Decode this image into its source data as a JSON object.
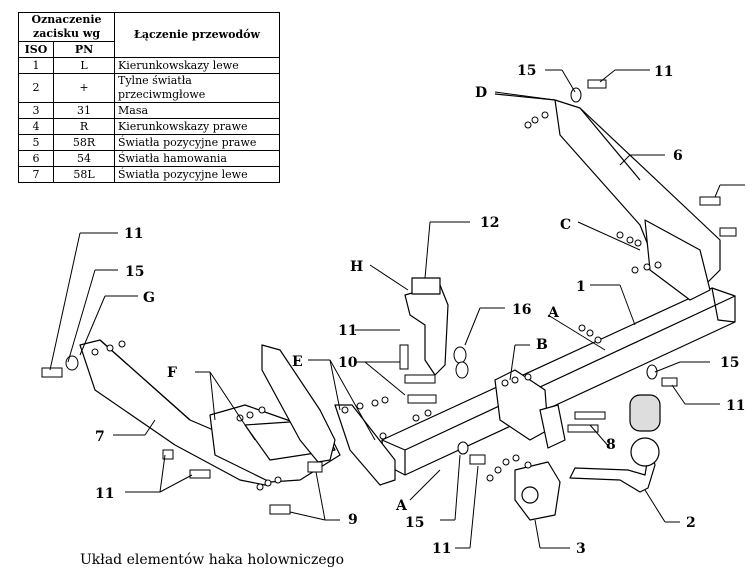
{
  "table": {
    "header_group": "Oznaczenie zacisku wg",
    "header_iso": "ISO",
    "header_pn": "PN",
    "header_desc": "Łączenie przewodów",
    "rows": [
      {
        "iso": "1",
        "pn": "L",
        "desc": "Kierunkowskazy lewe"
      },
      {
        "iso": "2",
        "pn": "+",
        "desc": "Tylne światła przeciwmgłowe"
      },
      {
        "iso": "3",
        "pn": "31",
        "desc": "Masa"
      },
      {
        "iso": "4",
        "pn": "R",
        "desc": "Kierunkowskazy prawe"
      },
      {
        "iso": "5",
        "pn": "58R",
        "desc": "Światła pozycyjne prawe"
      },
      {
        "iso": "6",
        "pn": "54",
        "desc": "Światła hamowania"
      },
      {
        "iso": "7",
        "pn": "58L",
        "desc": "Światła pozycyjne lewe"
      }
    ]
  },
  "labels": {
    "n1": "1",
    "n2": "2",
    "n3": "3",
    "n6": "6",
    "n7": "7",
    "n8": "8",
    "n9": "9",
    "n10": "10",
    "n11a": "11",
    "n11b": "11",
    "n11c": "11",
    "n11d": "11",
    "n11e": "11",
    "n11f": "11",
    "n12": "12",
    "n15a": "15",
    "n15b": "15",
    "n15c": "15",
    "n15d": "15",
    "n16": "16",
    "lA1": "A",
    "lA2": "A",
    "lB": "B",
    "lC": "C",
    "lD": "D",
    "lE": "E",
    "lF": "F",
    "lG": "G",
    "lH": "H"
  },
  "caption": "Układ elementów haka holowniczego"
}
